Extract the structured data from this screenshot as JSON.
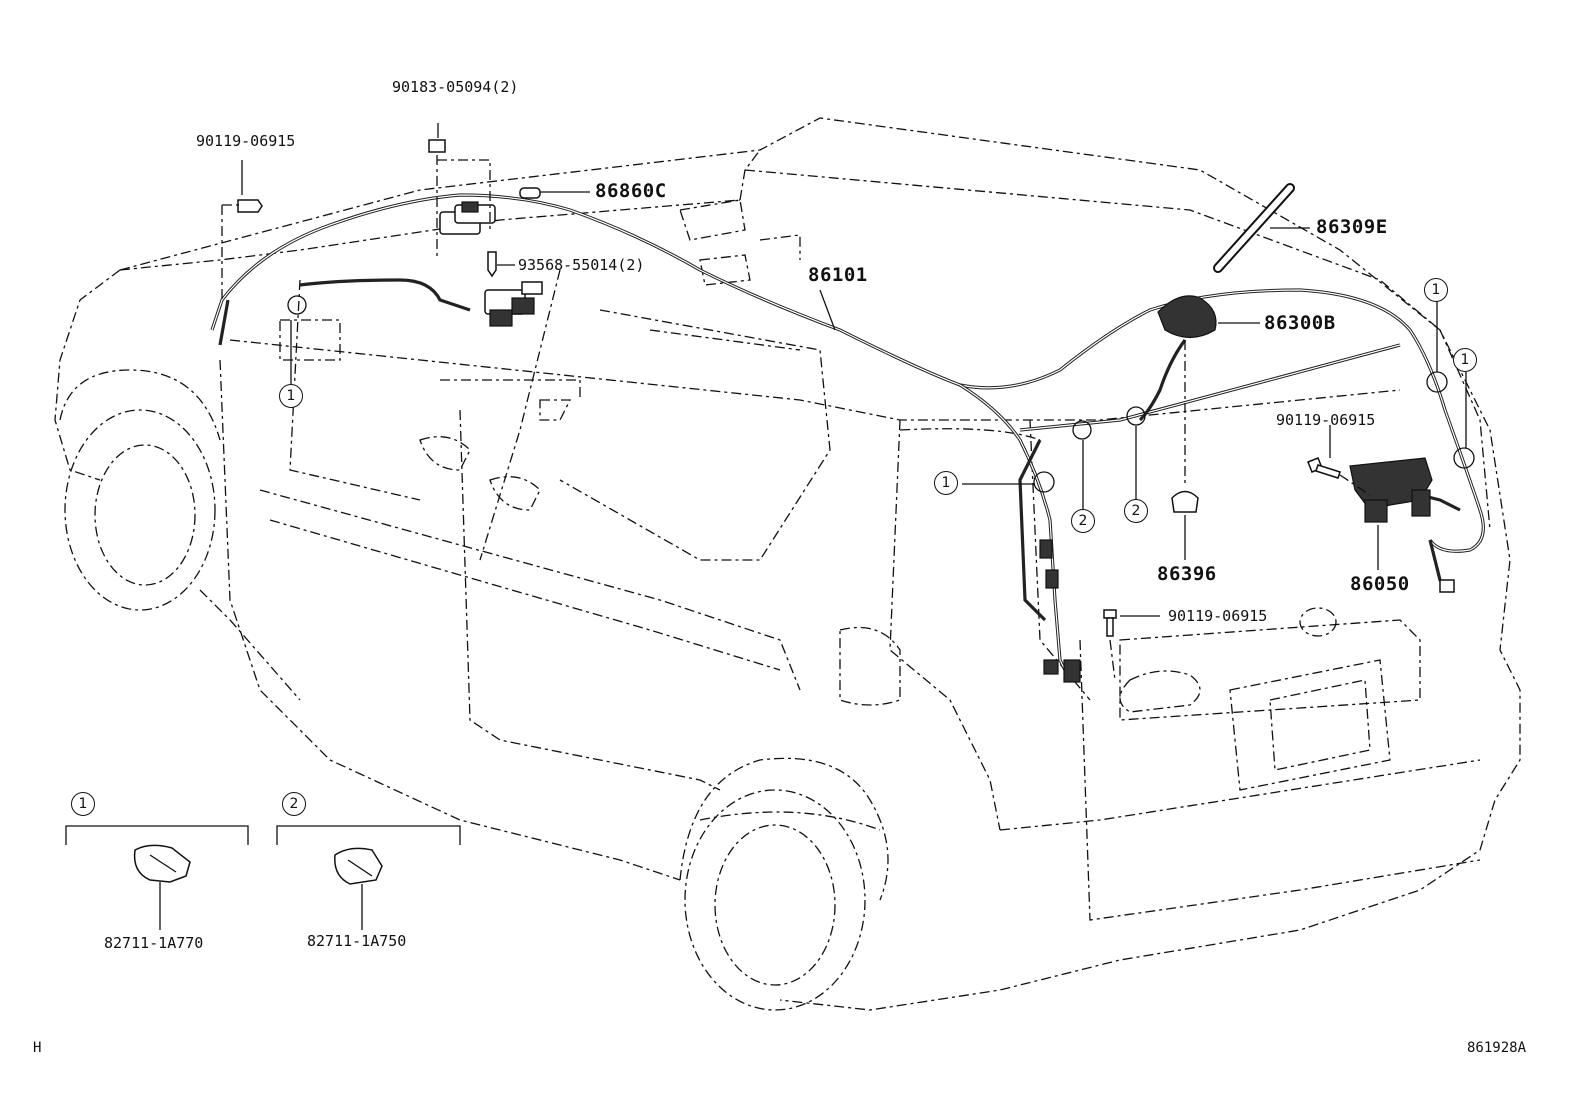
{
  "labels": {
    "p90183": "90183-05094(2)",
    "p90119_top": "90119-06915",
    "p86860C": "86860C",
    "p93568": "93568-55014(2)",
    "p86101": "86101",
    "p86309E": "86309E",
    "p86300B": "86300B",
    "p90119_right": "90119-06915",
    "p86396": "86396",
    "p86050": "86050",
    "p90119_bottom": "90119-06915",
    "p82711_1": "82711-1A770",
    "p82711_2": "82711-1A750",
    "corner_left": "H",
    "corner_right": "861928A"
  },
  "callouts": {
    "one": "1",
    "two": "2"
  },
  "colors": {
    "line": "#111111",
    "background": "#ffffff"
  }
}
